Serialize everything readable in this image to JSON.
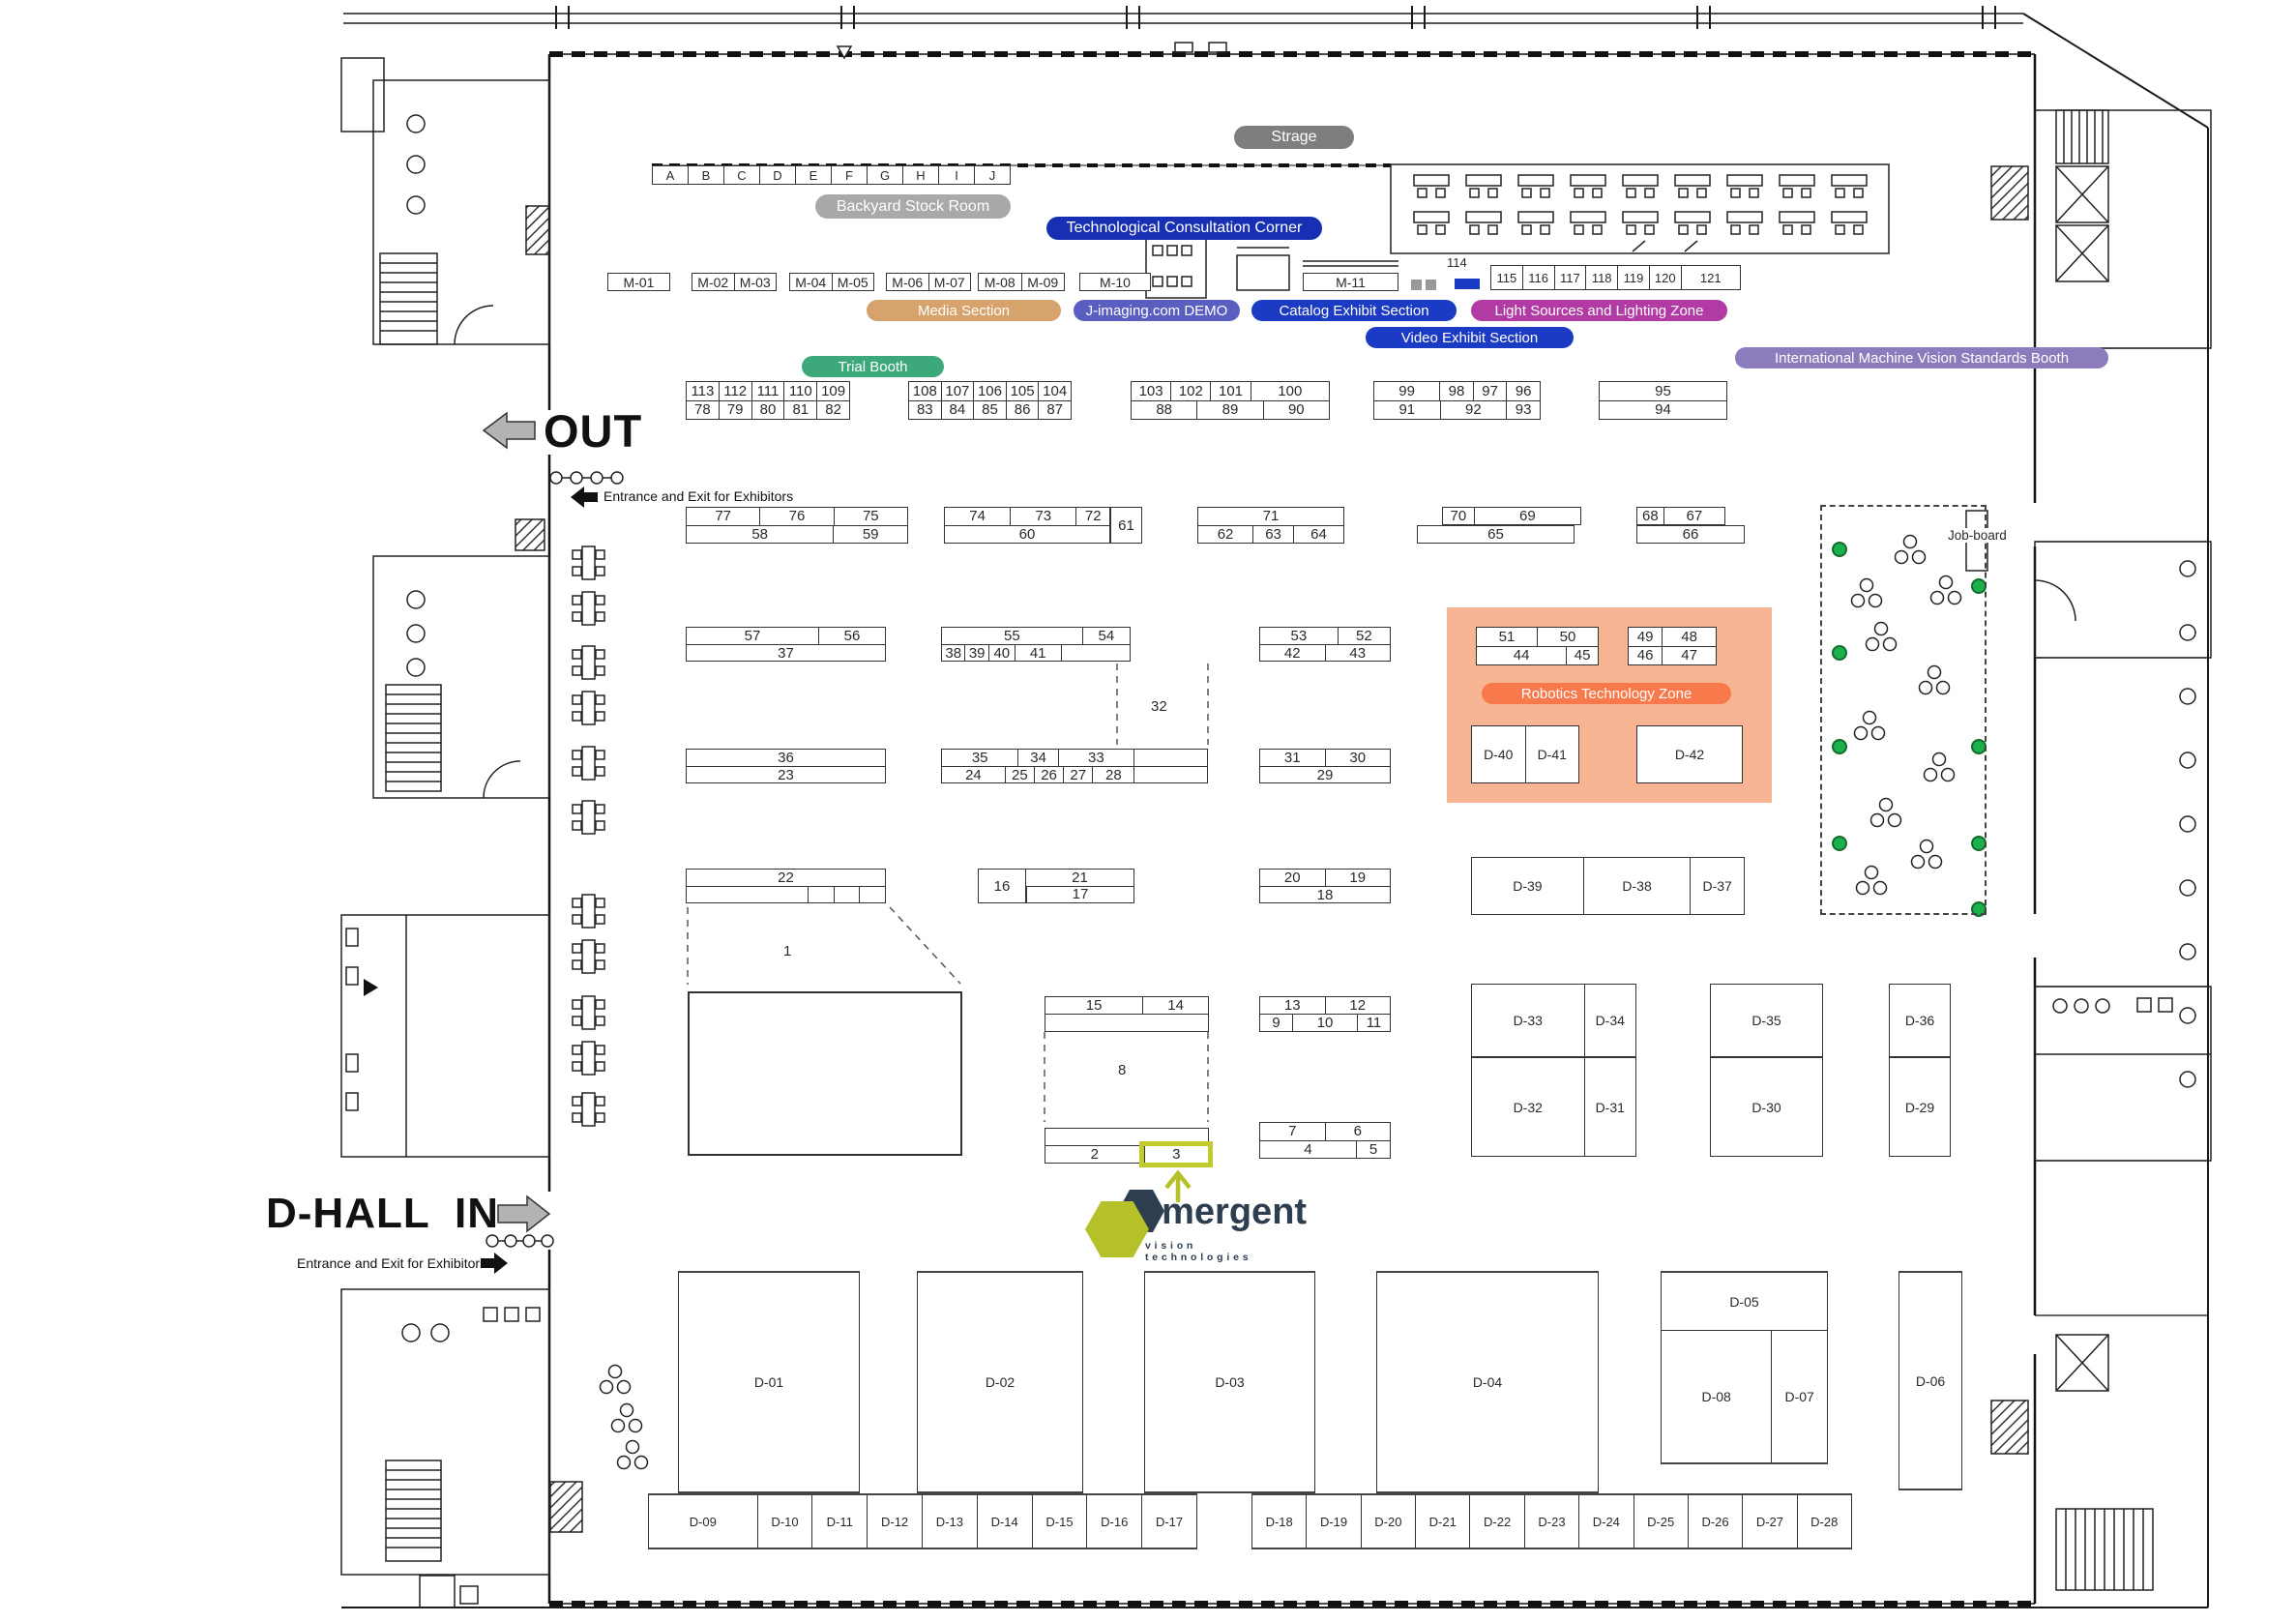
{
  "title": "D-HALL Exhibition Floor Map",
  "labels": {
    "strage": "Strage",
    "backyard": "Backyard Stock Room",
    "tech_corner": "Technological Consultation Corner",
    "media": "Media Section",
    "jimaging": "J-imaging.com DEMO",
    "catalog": "Catalog Exhibit Section",
    "light": "Light Sources and Lighting Zone",
    "video": "Video Exhibit Section",
    "trial": "Trial Booth",
    "intl": "International Machine Vision Standards Booth",
    "robotics": "Robotics Technology Zone",
    "jobboard": "Job-board",
    "out": "OUT",
    "in": "IN",
    "dhall": "D-HALL",
    "entrance": "Entrance and Exit for Exhibitors",
    "n114": "114",
    "area1": "1",
    "area8": "8",
    "area32": "32",
    "logo": "emergent",
    "logo_sub": "vision technologies"
  },
  "colors": {
    "strage_pill": "#7e7e7e",
    "backyard_pill": "#a9a9a9",
    "tech_pill": "#1730b3",
    "media_pill": "#d6a36c",
    "jimaging_pill": "#5b5ec1",
    "catalog_pill": "#1c3bc4",
    "light_pill": "#b23aa5",
    "video_pill": "#1c3bc4",
    "trial_pill": "#3da97a",
    "intl_pill": "#8d7cbd",
    "robotics_zone_bg": "#f8b593",
    "robotics_pill": "#f8794b",
    "booth3_highlight": "#c2cb2d",
    "logo_navy": "#2c3e50",
    "logo_green": "#b6c028",
    "green_dot": "#1db14c"
  },
  "letters": [
    "A",
    "B",
    "C",
    "D",
    "E",
    "F",
    "G",
    "H",
    "I",
    "J"
  ],
  "m_row": {
    "m1": [
      "M-01"
    ],
    "m23": [
      "M-02",
      "M-03"
    ],
    "m45": [
      "M-04",
      "M-05"
    ],
    "m67": [
      "M-06",
      "M-07"
    ],
    "m89": [
      "M-08",
      "M-09"
    ],
    "m10": [
      "M-10"
    ],
    "m11": [
      "M-11"
    ]
  },
  "num115": [
    "115",
    "116",
    "117",
    "118",
    "119",
    "120",
    {
      "t": "121",
      "w": 1.9
    }
  ],
  "blocks": {
    "b1t": [
      "113",
      "112",
      "111",
      "110",
      "109"
    ],
    "b1b": [
      "78",
      "79",
      "80",
      "81",
      "82"
    ],
    "b2t": [
      "108",
      "107",
      "106",
      "105",
      "104"
    ],
    "b2b": [
      "83",
      "84",
      "85",
      "86",
      "87"
    ],
    "b3t": [
      "103",
      "102",
      "101",
      {
        "t": "100",
        "w": 2
      }
    ],
    "b3b": [
      "88",
      "89",
      "90"
    ],
    "b4t": [
      {
        "t": "99",
        "w": 2
      },
      "98",
      "97",
      "96"
    ],
    "b4b": [
      {
        "t": "91",
        "w": 2
      },
      {
        "t": "92",
        "w": 2
      },
      "93"
    ],
    "b5t": [
      "95"
    ],
    "b5b": [
      "94"
    ],
    "at": [
      "77",
      "76",
      "75"
    ],
    "ab": [
      {
        "t": "58",
        "w": 2
      },
      "59"
    ],
    "bt": [
      {
        "t": "74",
        "w": 1.2
      },
      {
        "t": "73",
        "w": 1.2
      },
      {
        "t": "72",
        "w": 0.6
      }
    ],
    "bb": [
      "60"
    ],
    "b61": "61",
    "ct": [
      "71"
    ],
    "cb": [
      {
        "t": "62",
        "w": 1.1
      },
      {
        "t": "63",
        "w": 0.8
      },
      "64"
    ],
    "dt": [
      {
        "t": "70",
        "w": 0.45
      },
      {
        "t": "69",
        "w": 1.55
      }
    ],
    "db65": [
      "65"
    ],
    "et": [
      {
        "t": "68",
        "w": 0.6
      },
      {
        "t": "67",
        "w": 1.4
      }
    ],
    "eb": [
      "66"
    ],
    "ft": [
      {
        "t": "57",
        "w": 2
      },
      "56"
    ],
    "fb": [
      "37"
    ],
    "gt": [
      {
        "t": "55",
        "w": 3
      },
      "54"
    ],
    "gb": [
      {
        "t": "38",
        "w": 0.5
      },
      {
        "t": "39",
        "w": 0.5
      },
      {
        "t": "40",
        "w": 0.55
      },
      {
        "t": "41",
        "w": 1
      },
      {
        "t": "",
        "w": 1.5
      }
    ],
    "ht": [
      {
        "t": "53",
        "w": 1.5
      },
      "52"
    ],
    "hb": [
      "42",
      "43"
    ],
    "r1t": [
      "51",
      "50"
    ],
    "r1b": [
      {
        "t": "44",
        "w": 2.9
      },
      "45"
    ],
    "r2t": [
      "49",
      {
        "t": "48",
        "w": 1.6
      }
    ],
    "r2b": [
      "46",
      {
        "t": "47",
        "w": 1.6
      }
    ],
    "it": [
      "36"
    ],
    "ib": [
      "23"
    ],
    "jt": [
      {
        "t": "35",
        "w": 1.2
      },
      {
        "t": "34",
        "w": 0.62
      },
      {
        "t": "33",
        "w": 1.18
      },
      {
        "t": "",
        "w": 1.15
      }
    ],
    "jb": [
      {
        "t": "24",
        "w": 1.0
      },
      {
        "t": "25",
        "w": 0.45
      },
      {
        "t": "26",
        "w": 0.45
      },
      {
        "t": "27",
        "w": 0.45
      },
      {
        "t": "28",
        "w": 0.65
      },
      {
        "t": "",
        "w": 1.15
      }
    ],
    "kt": [
      "31",
      "30"
    ],
    "kb": [
      "29"
    ],
    "lt": [
      "22"
    ],
    "lb": [
      {
        "t": "",
        "w": 3.1
      },
      {
        "t": "",
        "w": 0.63
      },
      {
        "t": "",
        "w": 0.63
      },
      {
        "t": "",
        "w": 0.64
      }
    ],
    "m16": "16",
    "m21": "21",
    "m17": "17",
    "nt": [
      "20",
      "19"
    ],
    "nb": [
      "18"
    ],
    "ot": [
      {
        "t": "15",
        "w": 1.5
      },
      "14"
    ],
    "ob": [
      {
        "t": "",
        "w": 1
      }
    ],
    "pt": [
      "13",
      "12"
    ],
    "pb": [
      {
        "t": "9",
        "w": 0.8
      },
      {
        "t": "10",
        "w": 1.6
      },
      {
        "t": "11",
        "w": 0.8
      }
    ],
    "qt": [
      {
        "t": "",
        "w": 1
      }
    ],
    "qb": [
      {
        "t": "2",
        "w": 1.55
      },
      {
        "t": "3",
        "w": 1,
        "hl": true
      }
    ],
    "rt": [
      "7",
      "6"
    ],
    "rb": [
      {
        "t": "4",
        "w": 1.6
      },
      {
        "t": "5",
        "w": 0.55
      }
    ]
  },
  "d": {
    "row39": [
      {
        "t": "D-39",
        "w": 2.1
      },
      {
        "t": "D-38",
        "w": 2
      },
      {
        "t": "D-37",
        "w": 1
      }
    ],
    "b3334": [
      {
        "t": "D-33",
        "w": 2.2
      },
      "D-34"
    ],
    "b3231": [
      {
        "t": "D-32",
        "w": 2.2
      },
      "D-31"
    ],
    "d35": [
      "D-35"
    ],
    "d36": [
      "D-36"
    ],
    "d30": [
      "D-30"
    ],
    "d29": [
      "D-29"
    ],
    "d4041": [
      "D-40",
      "D-41"
    ],
    "d42": [
      "D-42"
    ],
    "main": [
      "D-01",
      "D-02",
      "D-03",
      "D-04"
    ],
    "d05": [
      "D-05"
    ],
    "d0807": [
      {
        "t": "D-08",
        "w": 2
      },
      "D-07"
    ],
    "d06": [
      "D-06"
    ],
    "row09": [
      {
        "t": "D-09",
        "w": 2
      },
      "D-10",
      "D-11",
      "D-12",
      "D-13",
      "D-14",
      "D-15",
      "D-16",
      "D-17"
    ],
    "row18": [
      "D-18",
      "D-19",
      "D-20",
      "D-21",
      "D-22",
      "D-23",
      "D-24",
      "D-25",
      "D-26",
      "D-27",
      "D-28"
    ]
  }
}
